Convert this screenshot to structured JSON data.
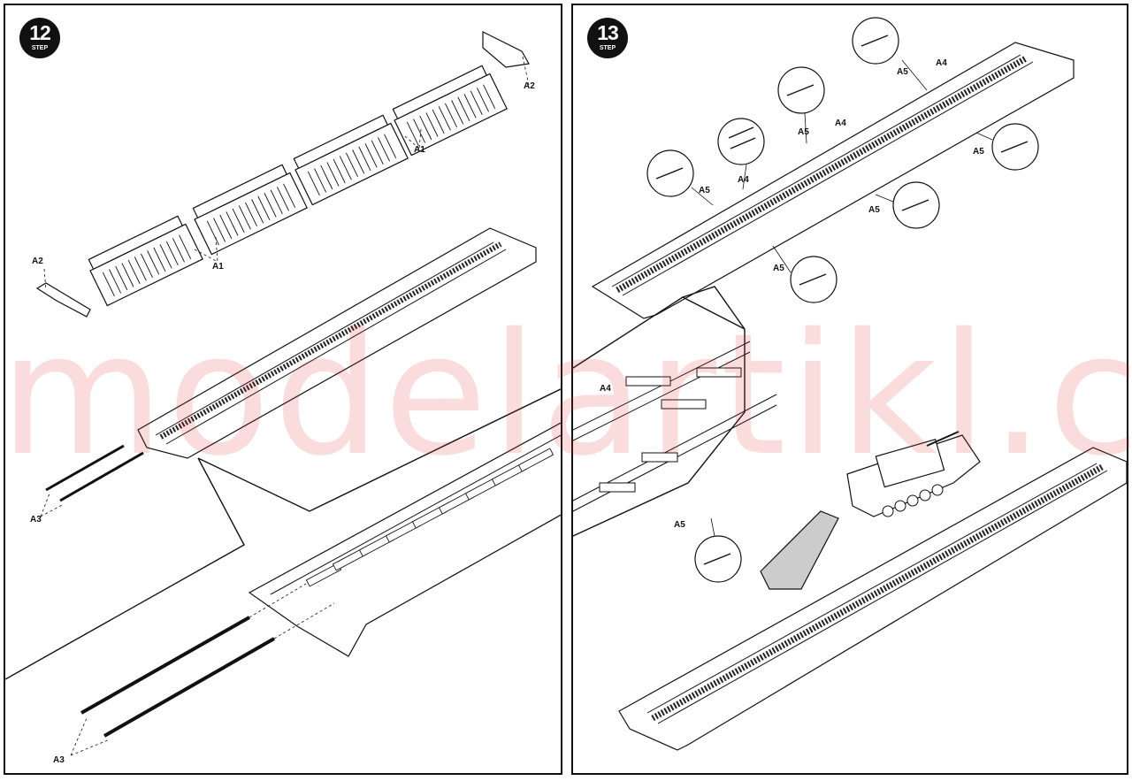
{
  "left_panel": {
    "step_number": "12",
    "step_word": "STEP",
    "labels": {
      "a2_top": "A2",
      "a2_left": "A2",
      "a1_upper": "A1",
      "a1_lower": "A1",
      "a3_upper": "A3",
      "a3_lower": "A3"
    }
  },
  "right_panel": {
    "step_number": "13",
    "step_word": "STEP",
    "labels": {
      "a5_top": "A5",
      "a4_top": "A4",
      "a4_mid": "A4",
      "a5_mid": "A5",
      "a5_right": "A5",
      "a5_left": "A5",
      "a4_left": "A4",
      "a5_right_low": "A5",
      "a5_bottom": "A5",
      "a4_detail": "A4",
      "a5_detail": "A5"
    }
  },
  "watermark": "modelartikl.cz"
}
